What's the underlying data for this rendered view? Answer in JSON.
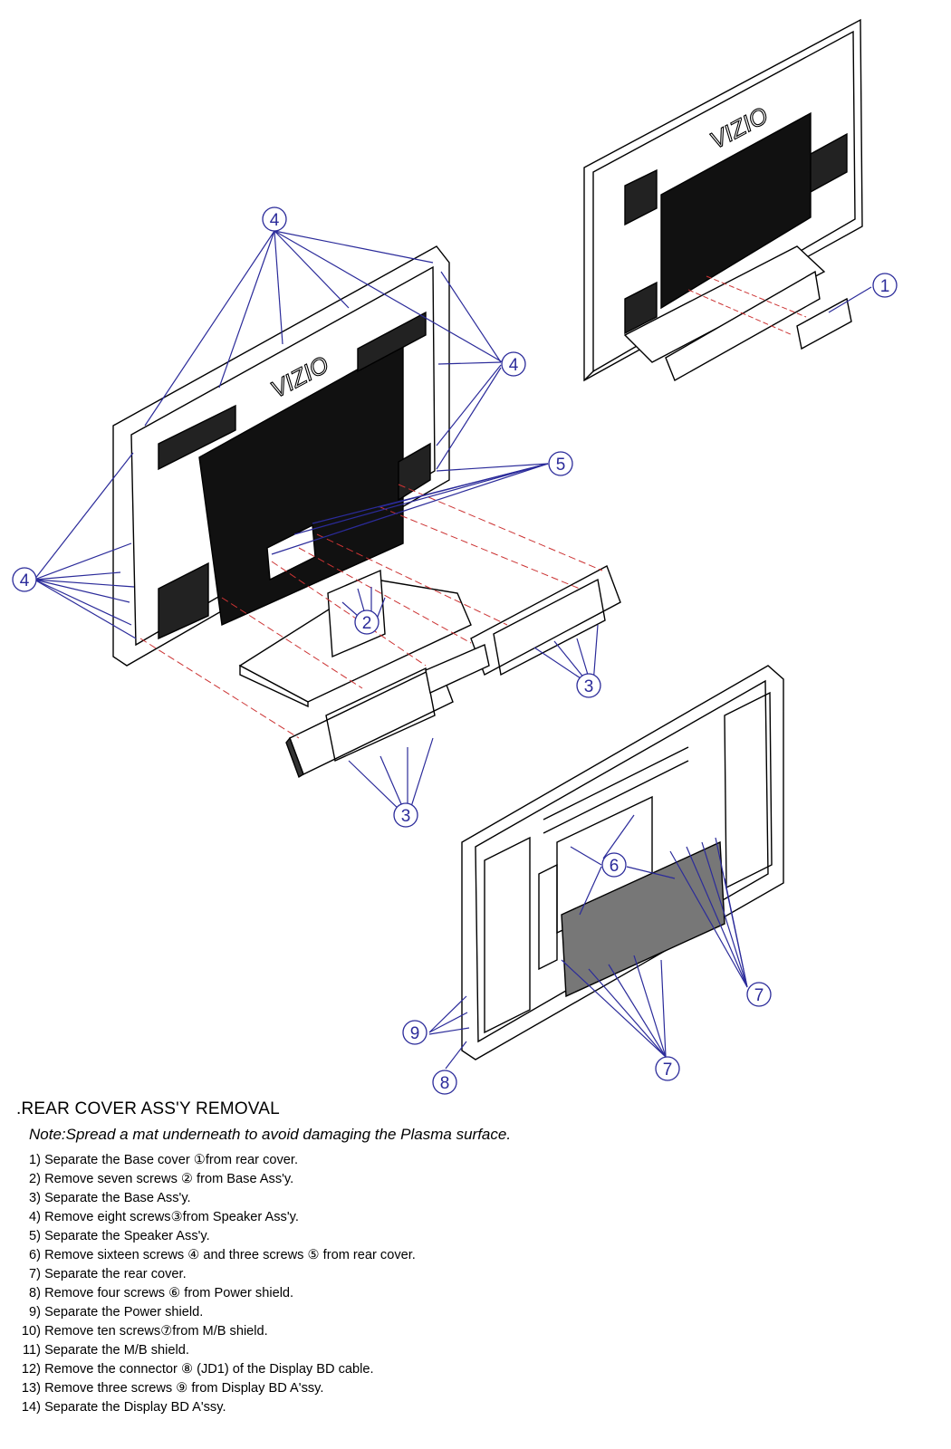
{
  "diagram": {
    "brand_logo": "VIZIO",
    "callouts": [
      "1",
      "2",
      "3",
      "3",
      "4",
      "4",
      "4",
      "5",
      "6",
      "7",
      "7",
      "8",
      "9"
    ]
  },
  "instructions": {
    "heading": ".REAR COVER ASS'Y REMOVAL",
    "note": "Note:Spread a mat underneath to avoid damaging the Plasma surface.",
    "steps": [
      {
        "num": "1)",
        "text": "Separate the Base cover ①from rear cover."
      },
      {
        "num": "2)",
        "text": "Remove seven screws ②  from Base Ass'y."
      },
      {
        "num": "3)",
        "text": "Separate the Base Ass'y."
      },
      {
        "num": "4)",
        "text": "Remove eight screws③from Speaker Ass'y."
      },
      {
        "num": "5)",
        "text": "Separate the Speaker Ass'y."
      },
      {
        "num": "6)",
        "text": "Remove sixteen screws ④ and three screws  ⑤  from rear cover."
      },
      {
        "num": "7)",
        "text": "Separate the rear cover."
      },
      {
        "num": "8)",
        "text": "Remove four screws ⑥ from Power shield."
      },
      {
        "num": "9)",
        "text": "Separate the Power shield."
      },
      {
        "num": "10)",
        "text": "Remove ten screws⑦from M/B shield."
      },
      {
        "num": "11)",
        "text": "Separate the M/B shield."
      },
      {
        "num": "12)",
        "text": "Remove the connector  ⑧ (JD1) of the Display BD cable."
      },
      {
        "num": "13)",
        "text": "Remove three screws ⑨ from Display BD A'ssy."
      },
      {
        "num": "14)",
        "text": "Separate the   Display BD A'ssy."
      }
    ]
  }
}
